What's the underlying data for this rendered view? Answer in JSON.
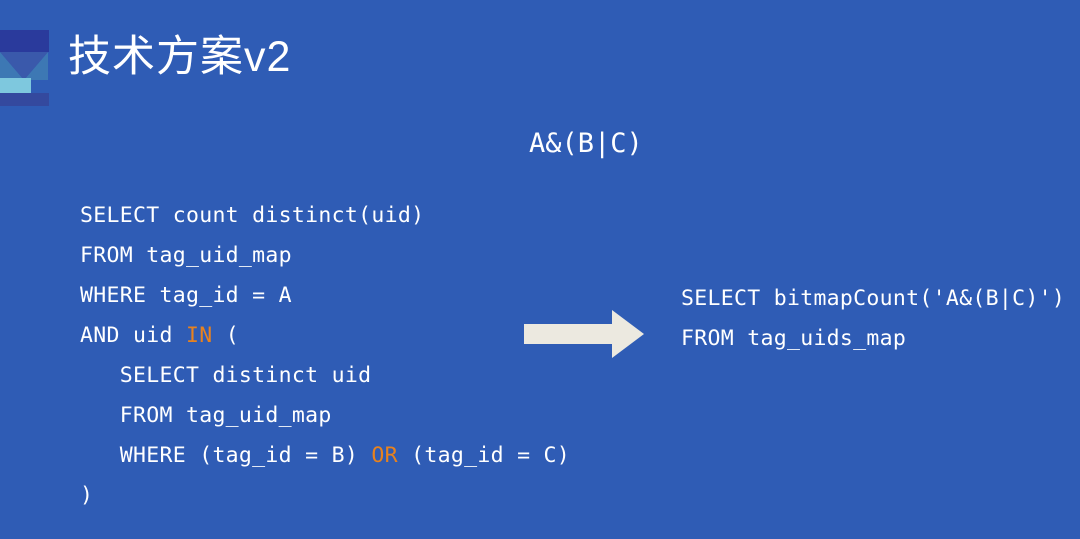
{
  "slide": {
    "title": "技术方案v2",
    "background_color": "#2f5cb5",
    "text_color": "#ffffff",
    "keyword_color": "#e8821e",
    "arrow_color": "#ece9e0"
  },
  "logo": {
    "name": "logo-mark",
    "colors": {
      "bar_top": "#2a3a9c",
      "triangle_outer": "#3d78b4",
      "triangle_inner": "#3a59ab",
      "bar_cyan": "#7ec8de",
      "bar_bottom": "#34499e"
    }
  },
  "expression": {
    "text": "A&(B|C)"
  },
  "arrow": {
    "direction": "right",
    "label": "transforms-to"
  },
  "code_left": {
    "name": "original-sql-query",
    "lines": [
      [
        {
          "t": "SELECT count distinct(uid)",
          "k": false
        }
      ],
      [
        {
          "t": "FROM tag_uid_map",
          "k": false
        }
      ],
      [
        {
          "t": "WHERE tag_id = A",
          "k": false
        }
      ],
      [
        {
          "t": "AND uid ",
          "k": false
        },
        {
          "t": "IN",
          "k": true
        },
        {
          "t": " (",
          "k": false
        }
      ],
      [
        {
          "t": "   SELECT distinct uid",
          "k": false
        }
      ],
      [
        {
          "t": "   FROM tag_uid_map",
          "k": false
        }
      ],
      [
        {
          "t": "   WHERE (tag_id = B) ",
          "k": false
        },
        {
          "t": "OR",
          "k": true
        },
        {
          "t": " (tag_id = C)",
          "k": false
        }
      ],
      [
        {
          "t": ")",
          "k": false
        }
      ]
    ]
  },
  "code_right": {
    "name": "bitmap-sql-query",
    "lines": [
      [
        {
          "t": "SELECT bitmapCount('A&(B|C)')",
          "k": false
        }
      ],
      [
        {
          "t": "FROM tag_uids_map",
          "k": false
        }
      ]
    ]
  }
}
